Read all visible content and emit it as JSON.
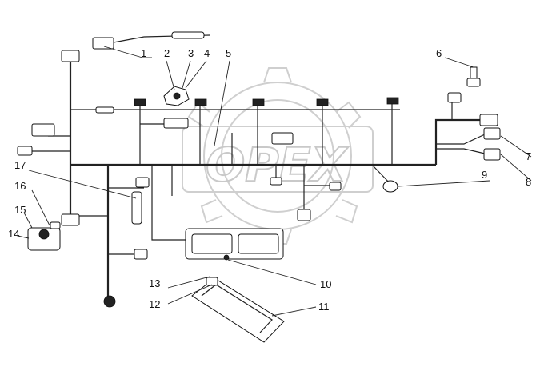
{
  "diagram": {
    "watermark": "OPEX",
    "callouts": [
      {
        "id": "1",
        "text": "1"
      },
      {
        "id": "2",
        "text": "2"
      },
      {
        "id": "3",
        "text": "3"
      },
      {
        "id": "4",
        "text": "4"
      },
      {
        "id": "5",
        "text": "5"
      },
      {
        "id": "6",
        "text": "6"
      },
      {
        "id": "7",
        "text": "7"
      },
      {
        "id": "8",
        "text": "8"
      },
      {
        "id": "9",
        "text": "9"
      },
      {
        "id": "10",
        "text": "10"
      },
      {
        "id": "11",
        "text": "11"
      },
      {
        "id": "12",
        "text": "12"
      },
      {
        "id": "13",
        "text": "13"
      },
      {
        "id": "14",
        "text": "14"
      },
      {
        "id": "15",
        "text": "15"
      },
      {
        "id": "16",
        "text": "16"
      },
      {
        "id": "17",
        "text": "17"
      }
    ]
  }
}
